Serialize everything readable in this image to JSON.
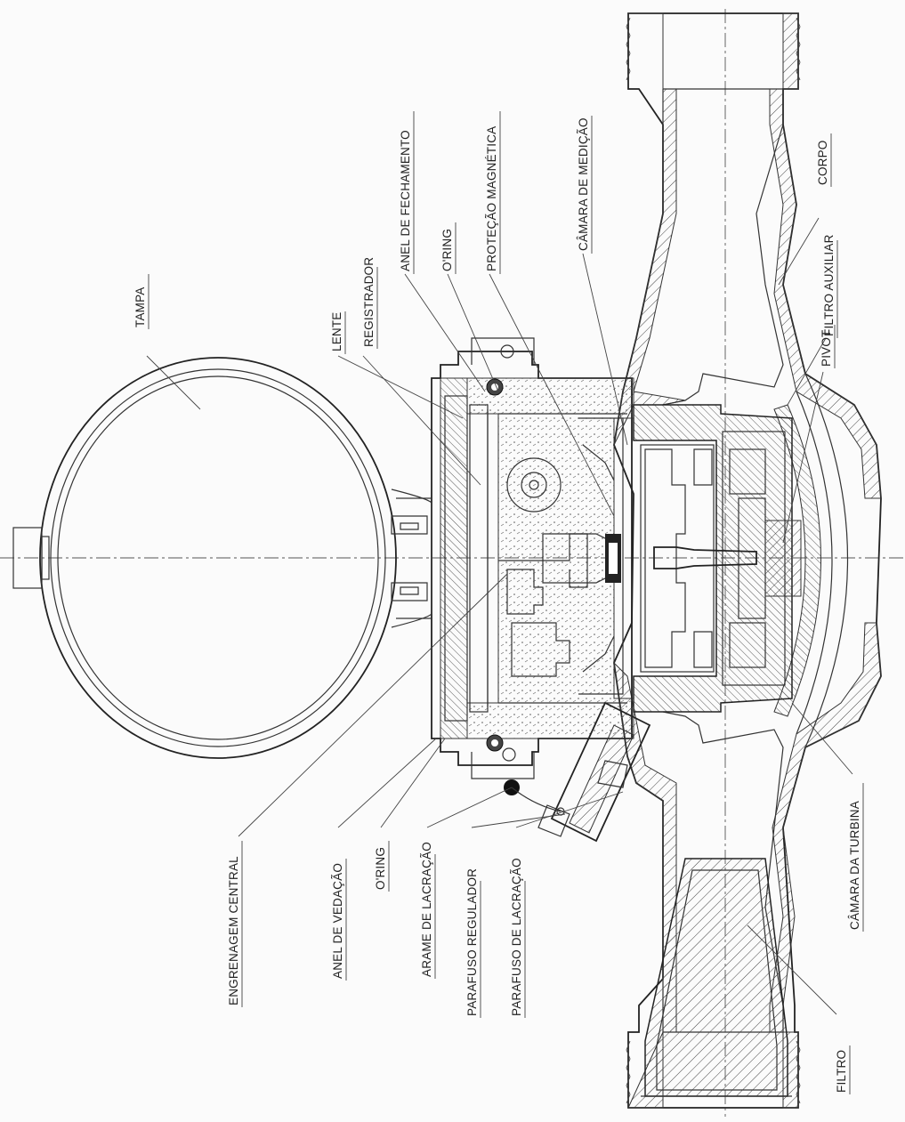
{
  "labels": {
    "tampa": "TAMPA",
    "lente": "LENTE",
    "registrador": "REGISTRADOR",
    "anel_fechamento": "ANEL DE FECHAMENTO",
    "oring_top": "O'RING",
    "protecao_magnetica": "PROTEÇÃO MAGNÉTICA",
    "camara_medicao": "CÂMARA DE MEDIÇÃO",
    "corpo": "CORPO",
    "filtro_auxiliar": "FILTRO AUXILIAR",
    "pivot": "PIVOT",
    "engrenagem_central": "ENGRENAGEM CENTRAL",
    "anel_vedacao": "ANEL DE VEDAÇÃO",
    "oring_bottom": "O'RING",
    "arame_lacracao": "ARAME DE LACRAÇÃO",
    "parafuso_regulador": "PARAFUSO REGULADOR",
    "parafuso_lacracao": "PARAFUSO DE LACRAÇÃO",
    "camara_turbina": "CÂMARA DA TURBINA",
    "filtro": "FILTRO"
  }
}
